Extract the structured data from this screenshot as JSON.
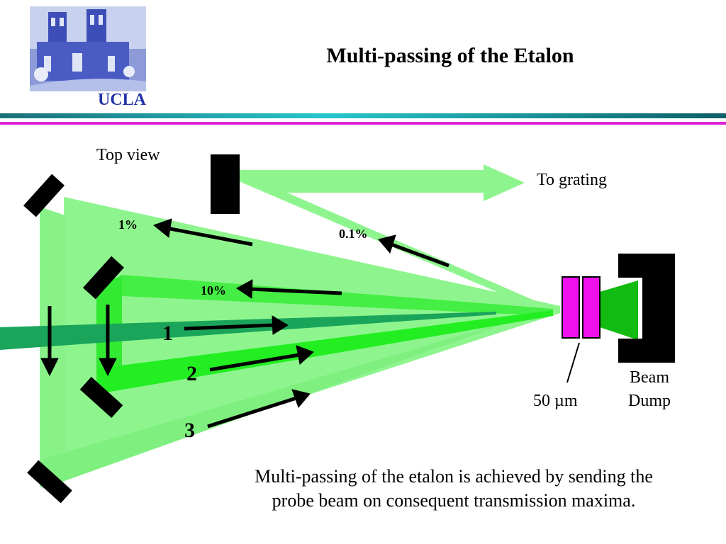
{
  "header": {
    "logo_text": "UCLA",
    "title": "Multi-passing of the Etalon"
  },
  "diagram": {
    "view_label": "Top view",
    "output_label": "To grating",
    "transmissions": [
      "1%",
      "0.1%",
      "10%"
    ],
    "pass_numbers": [
      "1",
      "2",
      "3"
    ],
    "etalon_thickness": "50 µm",
    "dump_label_line1": "Beam",
    "dump_label_line2": "Dump"
  },
  "caption": {
    "line1": "Multi-passing of the etalon is achieved by sending the",
    "line2": "probe beam on consequent transmission maxima."
  },
  "colors": {
    "teal_rule": "#26c6cc",
    "magenta_rule": "#e020d8",
    "beam_light": "#8ef58e",
    "beam_mid": "#66ee66",
    "beam_bright": "#22ee22",
    "beam_dark": "#1aa55a",
    "etalon": "#ee11ee",
    "ucla_blue": "#2233aa"
  }
}
